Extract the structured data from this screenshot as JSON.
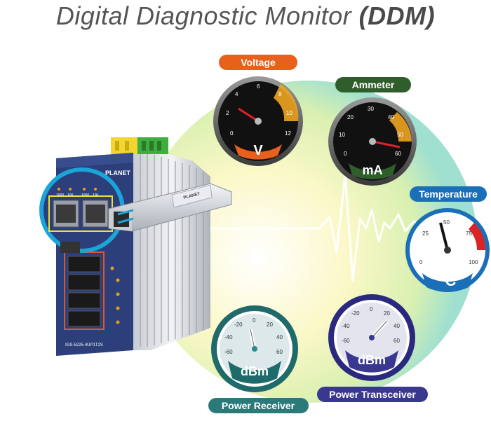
{
  "title": {
    "main": "Digital Diagnostic Monitor ",
    "abbr": "(DDM)"
  },
  "colors": {
    "voltage": "#e8601c",
    "ammeter": "#2f5e2a",
    "temperature": "#1a6fb8",
    "power_receiver": "#2a7a7a",
    "power_transceiver": "#3a3790",
    "glow": "#f4f0a0",
    "switch_body": "#2c3f7a"
  },
  "gauges": {
    "voltage": {
      "label": "Voltage",
      "unit": "V",
      "icon": "voltmeter-icon",
      "ticks": [
        "0",
        "2",
        "4",
        "6",
        "8",
        "10",
        "12"
      ]
    },
    "ammeter": {
      "label": "Ammeter",
      "unit": "mA",
      "icon": "ammeter-icon",
      "ticks": [
        "0",
        "10",
        "20",
        "30",
        "40",
        "50",
        "60"
      ]
    },
    "temperature": {
      "label": "Temperature",
      "unit": "°C",
      "icon": "thermometer-icon",
      "ticks": [
        "0",
        "25",
        "50",
        "75",
        "100"
      ]
    },
    "power_receiver": {
      "label": "Power Receiver",
      "unit": "dBm",
      "icon": "rx-power-meter-icon",
      "ticks": [
        "-60",
        "-40",
        "-20",
        "0",
        "20",
        "40",
        "60"
      ]
    },
    "power_transceiver": {
      "label": "Power Transceiver",
      "unit": "dBm",
      "icon": "tx-power-meter-icon",
      "ticks": [
        "-60",
        "-40",
        "-20",
        "0",
        "20",
        "40",
        "60"
      ]
    }
  },
  "device": {
    "brand": "PLANET",
    "model": "IGS-5225-4UP1T2S",
    "sfp_brand": "PLANET",
    "speed_labels": [
      "1000",
      "100",
      "1000",
      "100"
    ]
  }
}
